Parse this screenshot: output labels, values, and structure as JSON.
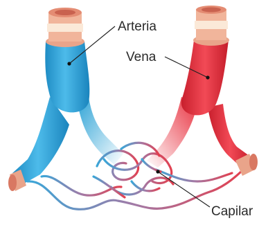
{
  "labels": {
    "arteria": "Arteria",
    "vena": "Vena",
    "capilar": "Capilar"
  },
  "colors": {
    "artery": "#2ea3d6",
    "vein": "#e8303e",
    "capillary_mix": "#9a7aa8",
    "vessel_cut_tissue": "#e9a48a",
    "vessel_cut_inner": "#fbe9d8"
  }
}
